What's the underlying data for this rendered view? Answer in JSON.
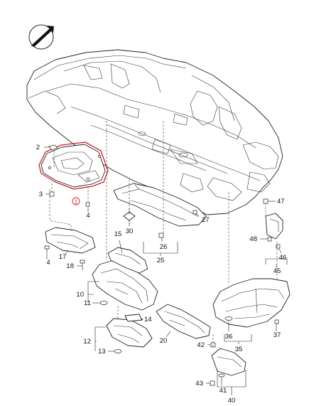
{
  "callouts": [
    {
      "id": "c1",
      "text": "1"
    },
    {
      "id": "c2",
      "text": "2"
    },
    {
      "id": "c3",
      "text": "3"
    },
    {
      "id": "c4a",
      "text": "4"
    },
    {
      "id": "c4b",
      "text": "4"
    },
    {
      "id": "c10",
      "text": "10"
    },
    {
      "id": "c11",
      "text": "11"
    },
    {
      "id": "c12",
      "text": "12"
    },
    {
      "id": "c13",
      "text": "13"
    },
    {
      "id": "c14",
      "text": "14"
    },
    {
      "id": "c15",
      "text": "15"
    },
    {
      "id": "c17",
      "text": "17"
    },
    {
      "id": "c18",
      "text": "18"
    },
    {
      "id": "c20",
      "text": "20"
    },
    {
      "id": "c25",
      "text": "25"
    },
    {
      "id": "c26",
      "text": "26"
    },
    {
      "id": "c27",
      "text": "27"
    },
    {
      "id": "c30",
      "text": "30"
    },
    {
      "id": "c35",
      "text": "35"
    },
    {
      "id": "c36",
      "text": "36"
    },
    {
      "id": "c37",
      "text": "37"
    },
    {
      "id": "c40",
      "text": "40"
    },
    {
      "id": "c41",
      "text": "41"
    },
    {
      "id": "c42",
      "text": "42"
    },
    {
      "id": "c43",
      "text": "43"
    },
    {
      "id": "c45",
      "text": "45"
    },
    {
      "id": "c46",
      "text": "46"
    },
    {
      "id": "c47",
      "text": "47"
    },
    {
      "id": "c48",
      "text": "48"
    }
  ],
  "colors": {
    "line": "#222222",
    "highlight": "#d0202a",
    "background": "#ffffff"
  },
  "icons": [
    "direction-arrow-icon"
  ]
}
